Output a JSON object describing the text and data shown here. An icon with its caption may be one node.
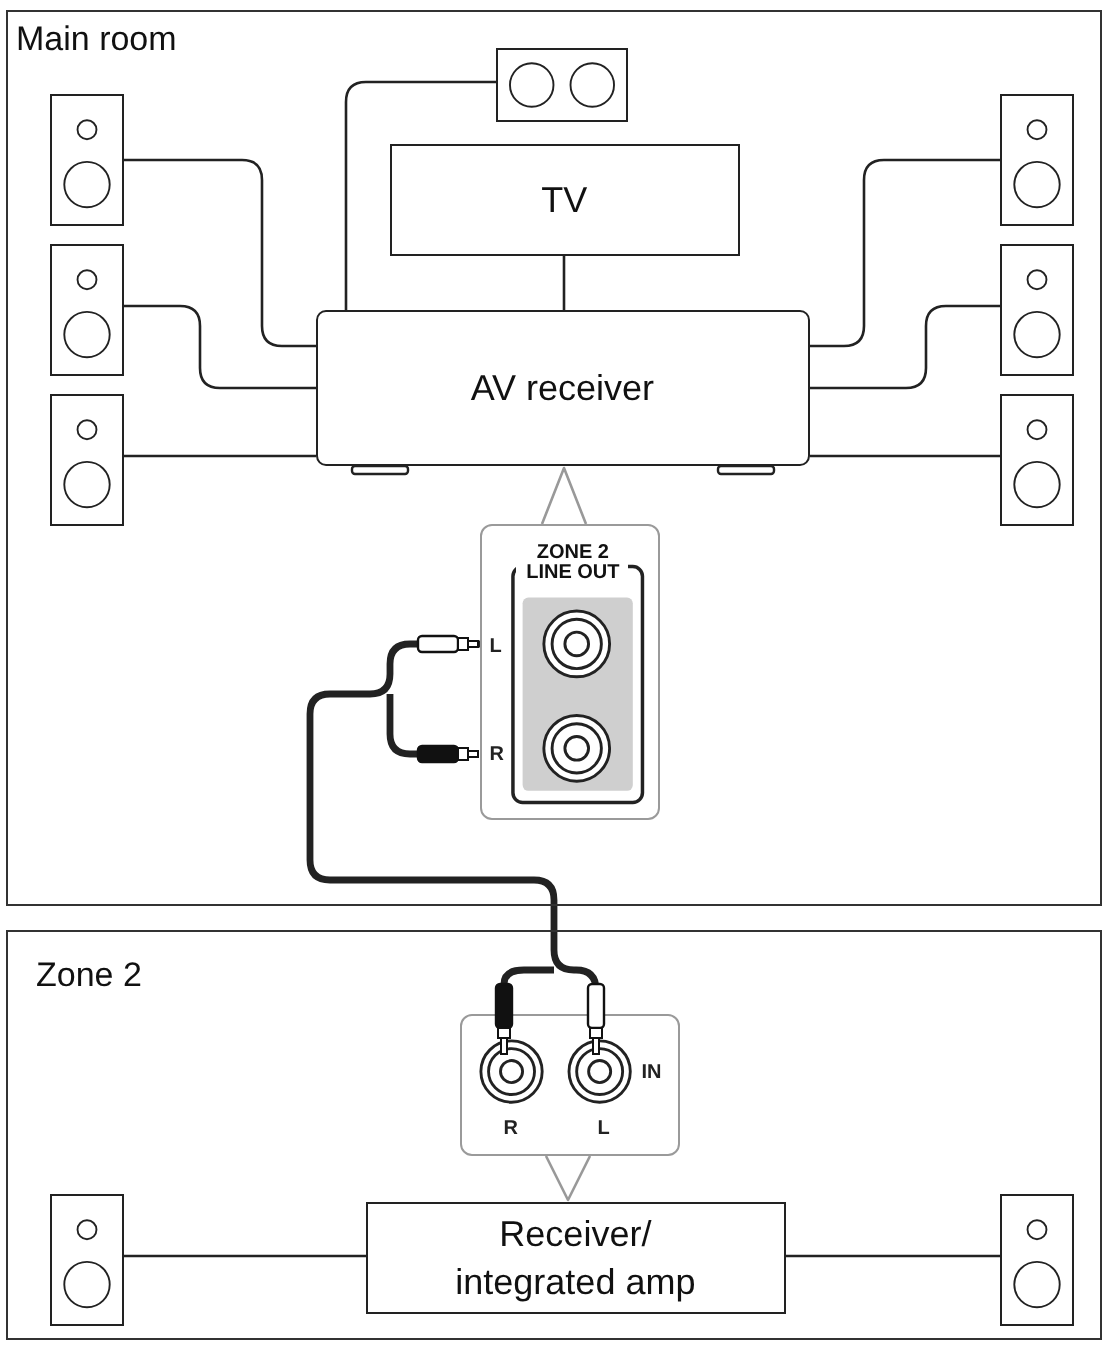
{
  "diagram": {
    "nodes": [
      {
        "text": [
          "Main room"
        ]
      },
      {
        "text": [],
        "shape": "box",
        "in": 0
      },
      {
        "text": [
          "TV"
        ],
        "in": 0
      },
      {
        "text": [
          "AV receiver"
        ],
        "in": 0
      },
      {
        "text": [],
        "shape": "box",
        "in": 0
      },
      {
        "text": [],
        "shape": "box",
        "in": 0
      },
      {
        "text": [],
        "shape": "box",
        "in": 0
      },
      {
        "text": [],
        "shape": "box",
        "in": 0
      },
      {
        "text": [],
        "shape": "box",
        "in": 0
      },
      {
        "text": [],
        "shape": "box",
        "in": 0
      },
      {
        "text": [
          "ZONE 2 LINE OUT",
          "L",
          "R"
        ],
        "in": 0
      },
      {
        "text": [
          "Zone 2"
        ]
      },
      {
        "text": [
          "IN",
          "R",
          "L"
        ],
        "in": 11
      },
      {
        "text": [
          "Receiver/ integrated amp"
        ],
        "in": 11
      },
      {
        "text": [],
        "shape": "box",
        "in": 11
      },
      {
        "text": [],
        "shape": "box",
        "in": 11
      }
    ],
    "edges": [
      {
        "from": 4,
        "to": 3,
        "arrow": "none"
      },
      {
        "from": 5,
        "to": 3,
        "arrow": "none"
      },
      {
        "from": 6,
        "to": 3,
        "arrow": "none"
      },
      {
        "from": 7,
        "to": 3,
        "arrow": "none"
      },
      {
        "from": 8,
        "to": 3,
        "arrow": "none"
      },
      {
        "from": 9,
        "to": 3,
        "arrow": "none"
      },
      {
        "from": 1,
        "to": 3,
        "arrow": "none"
      },
      {
        "from": 2,
        "to": 3,
        "arrow": "none"
      },
      {
        "from": 10,
        "to": 3,
        "arrow": "to",
        "color": "#999999"
      },
      {
        "from": 12,
        "to": 13,
        "arrow": "to",
        "color": "#999999"
      },
      {
        "from": 10,
        "to": 12,
        "arrow": "none",
        "style": "thick"
      },
      {
        "from": 14,
        "to": 13,
        "arrow": "none"
      },
      {
        "from": 15,
        "to": 13,
        "arrow": "none"
      }
    ]
  }
}
